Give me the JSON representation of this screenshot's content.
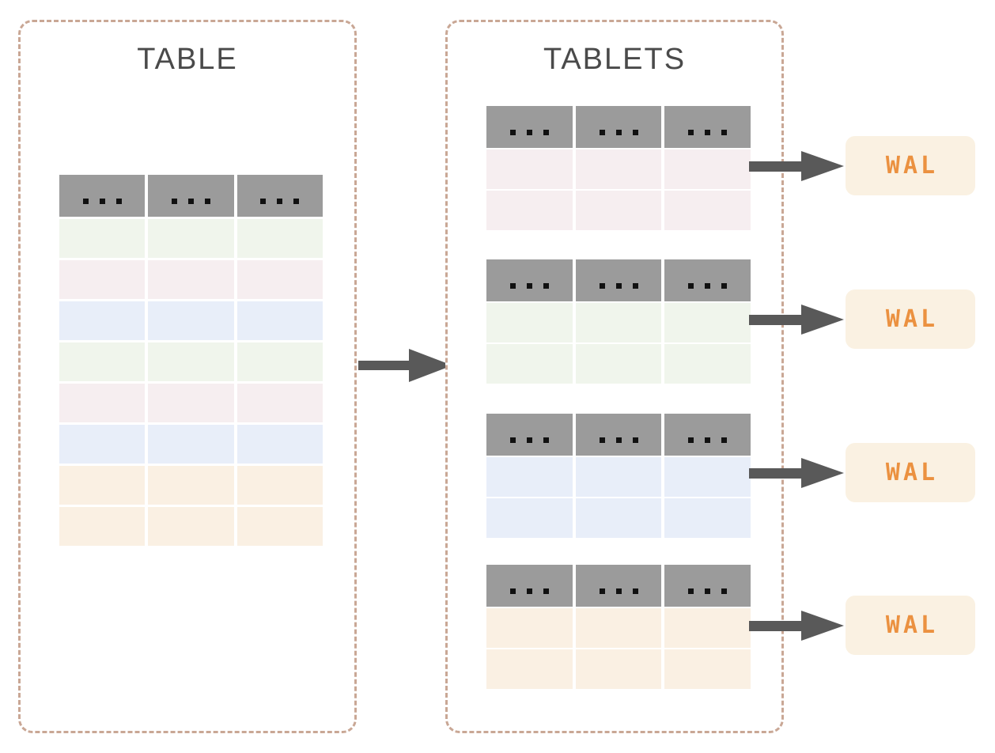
{
  "colors": {
    "header": "#9B9B9B",
    "rows": {
      "green": "#F0F5EC",
      "pink": "#F6EEF0",
      "blue": "#E8EEF9",
      "orange": "#FAF0E3"
    },
    "wal_bg": "#FAF1E2",
    "wal_text": "#EB9140",
    "arrow": "#595959",
    "panel_border": "#C9A795",
    "title": "#4A4A4A",
    "dots": "#111111"
  },
  "left_panel": {
    "title": "TABLE",
    "table": {
      "header_cells": [
        "...",
        "...",
        "..."
      ],
      "rows": [
        "green",
        "pink",
        "blue",
        "green",
        "pink",
        "blue",
        "orange",
        "orange"
      ]
    }
  },
  "right_panel": {
    "title": "TABLETS",
    "tablets": [
      {
        "id": "tablet-1",
        "header_cells": [
          "...",
          "...",
          "..."
        ],
        "rows": [
          "pink",
          "pink"
        ]
      },
      {
        "id": "tablet-2",
        "header_cells": [
          "...",
          "...",
          "..."
        ],
        "rows": [
          "green",
          "green"
        ]
      },
      {
        "id": "tablet-3",
        "header_cells": [
          "...",
          "...",
          "..."
        ],
        "rows": [
          "blue",
          "blue"
        ]
      },
      {
        "id": "tablet-4",
        "header_cells": [
          "...",
          "...",
          "..."
        ],
        "rows": [
          "orange",
          "orange"
        ]
      }
    ]
  },
  "wal_boxes": [
    {
      "label": "WAL"
    },
    {
      "label": "WAL"
    },
    {
      "label": "WAL"
    },
    {
      "label": "WAL"
    }
  ]
}
